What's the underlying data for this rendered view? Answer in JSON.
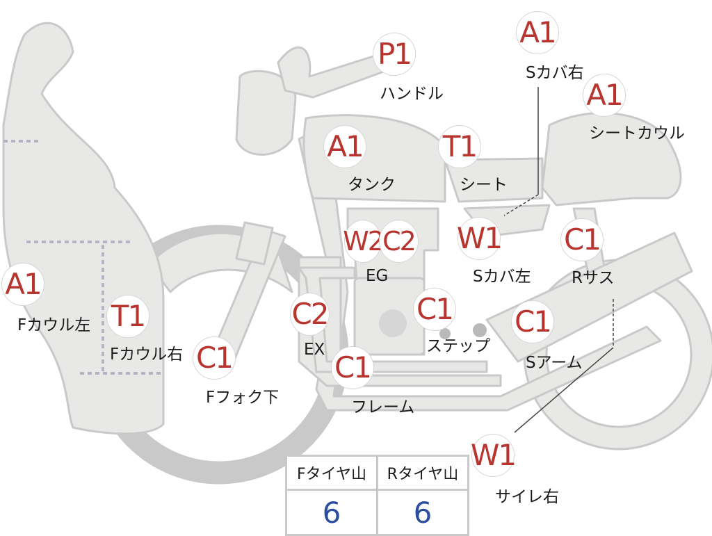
{
  "colors": {
    "body": "#e8e8e6",
    "outline": "#c9c9c9",
    "code_red": "#b8352f",
    "value_blue": "#2a4d9e"
  },
  "callouts": [
    {
      "code": "P1",
      "label": "ハンドル"
    },
    {
      "code": "A1",
      "label": "Sカバ右"
    },
    {
      "code": "A1",
      "label": "シートカウル"
    },
    {
      "code": "A1",
      "label": "タンク"
    },
    {
      "code": "T1",
      "label": "シート"
    },
    {
      "code": "W2",
      "label": ""
    },
    {
      "code": "C2",
      "label": "EG"
    },
    {
      "code": "W1",
      "label": "Sカバ左"
    },
    {
      "code": "C1",
      "label": "Rサス"
    },
    {
      "code": "A1",
      "label": "Fカウル左"
    },
    {
      "code": "T1",
      "label": "Fカウル右"
    },
    {
      "code": "C2",
      "label": "EX"
    },
    {
      "code": "C1",
      "label": "ステップ"
    },
    {
      "code": "C1",
      "label": "Sアーム"
    },
    {
      "code": "C1",
      "label": "Fフォク下"
    },
    {
      "code": "C1",
      "label": "フレーム"
    },
    {
      "code": "W1",
      "label": "サイレ右"
    }
  ],
  "tire_table": {
    "headers": [
      "Fタイヤ山",
      "Rタイヤ山"
    ],
    "values": [
      "6",
      "6"
    ]
  }
}
